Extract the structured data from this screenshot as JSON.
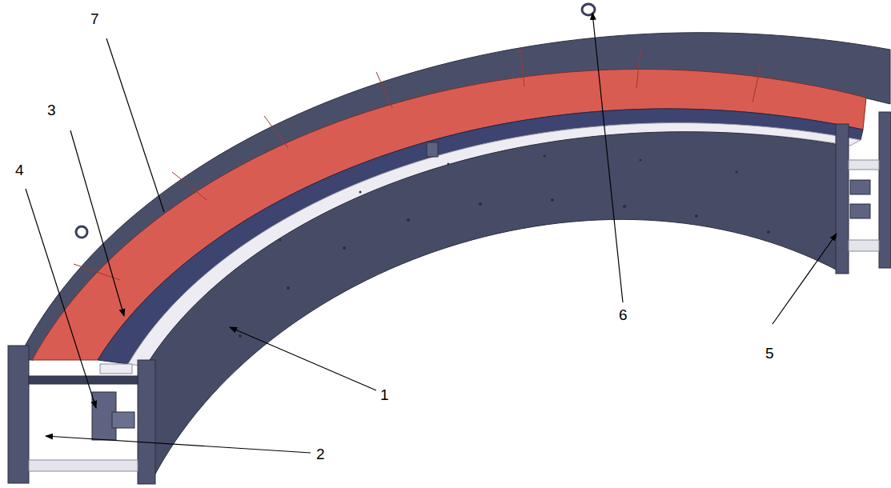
{
  "diagram": {
    "labels": [
      "7",
      "3",
      "4",
      "1",
      "2",
      "6",
      "5"
    ]
  }
}
